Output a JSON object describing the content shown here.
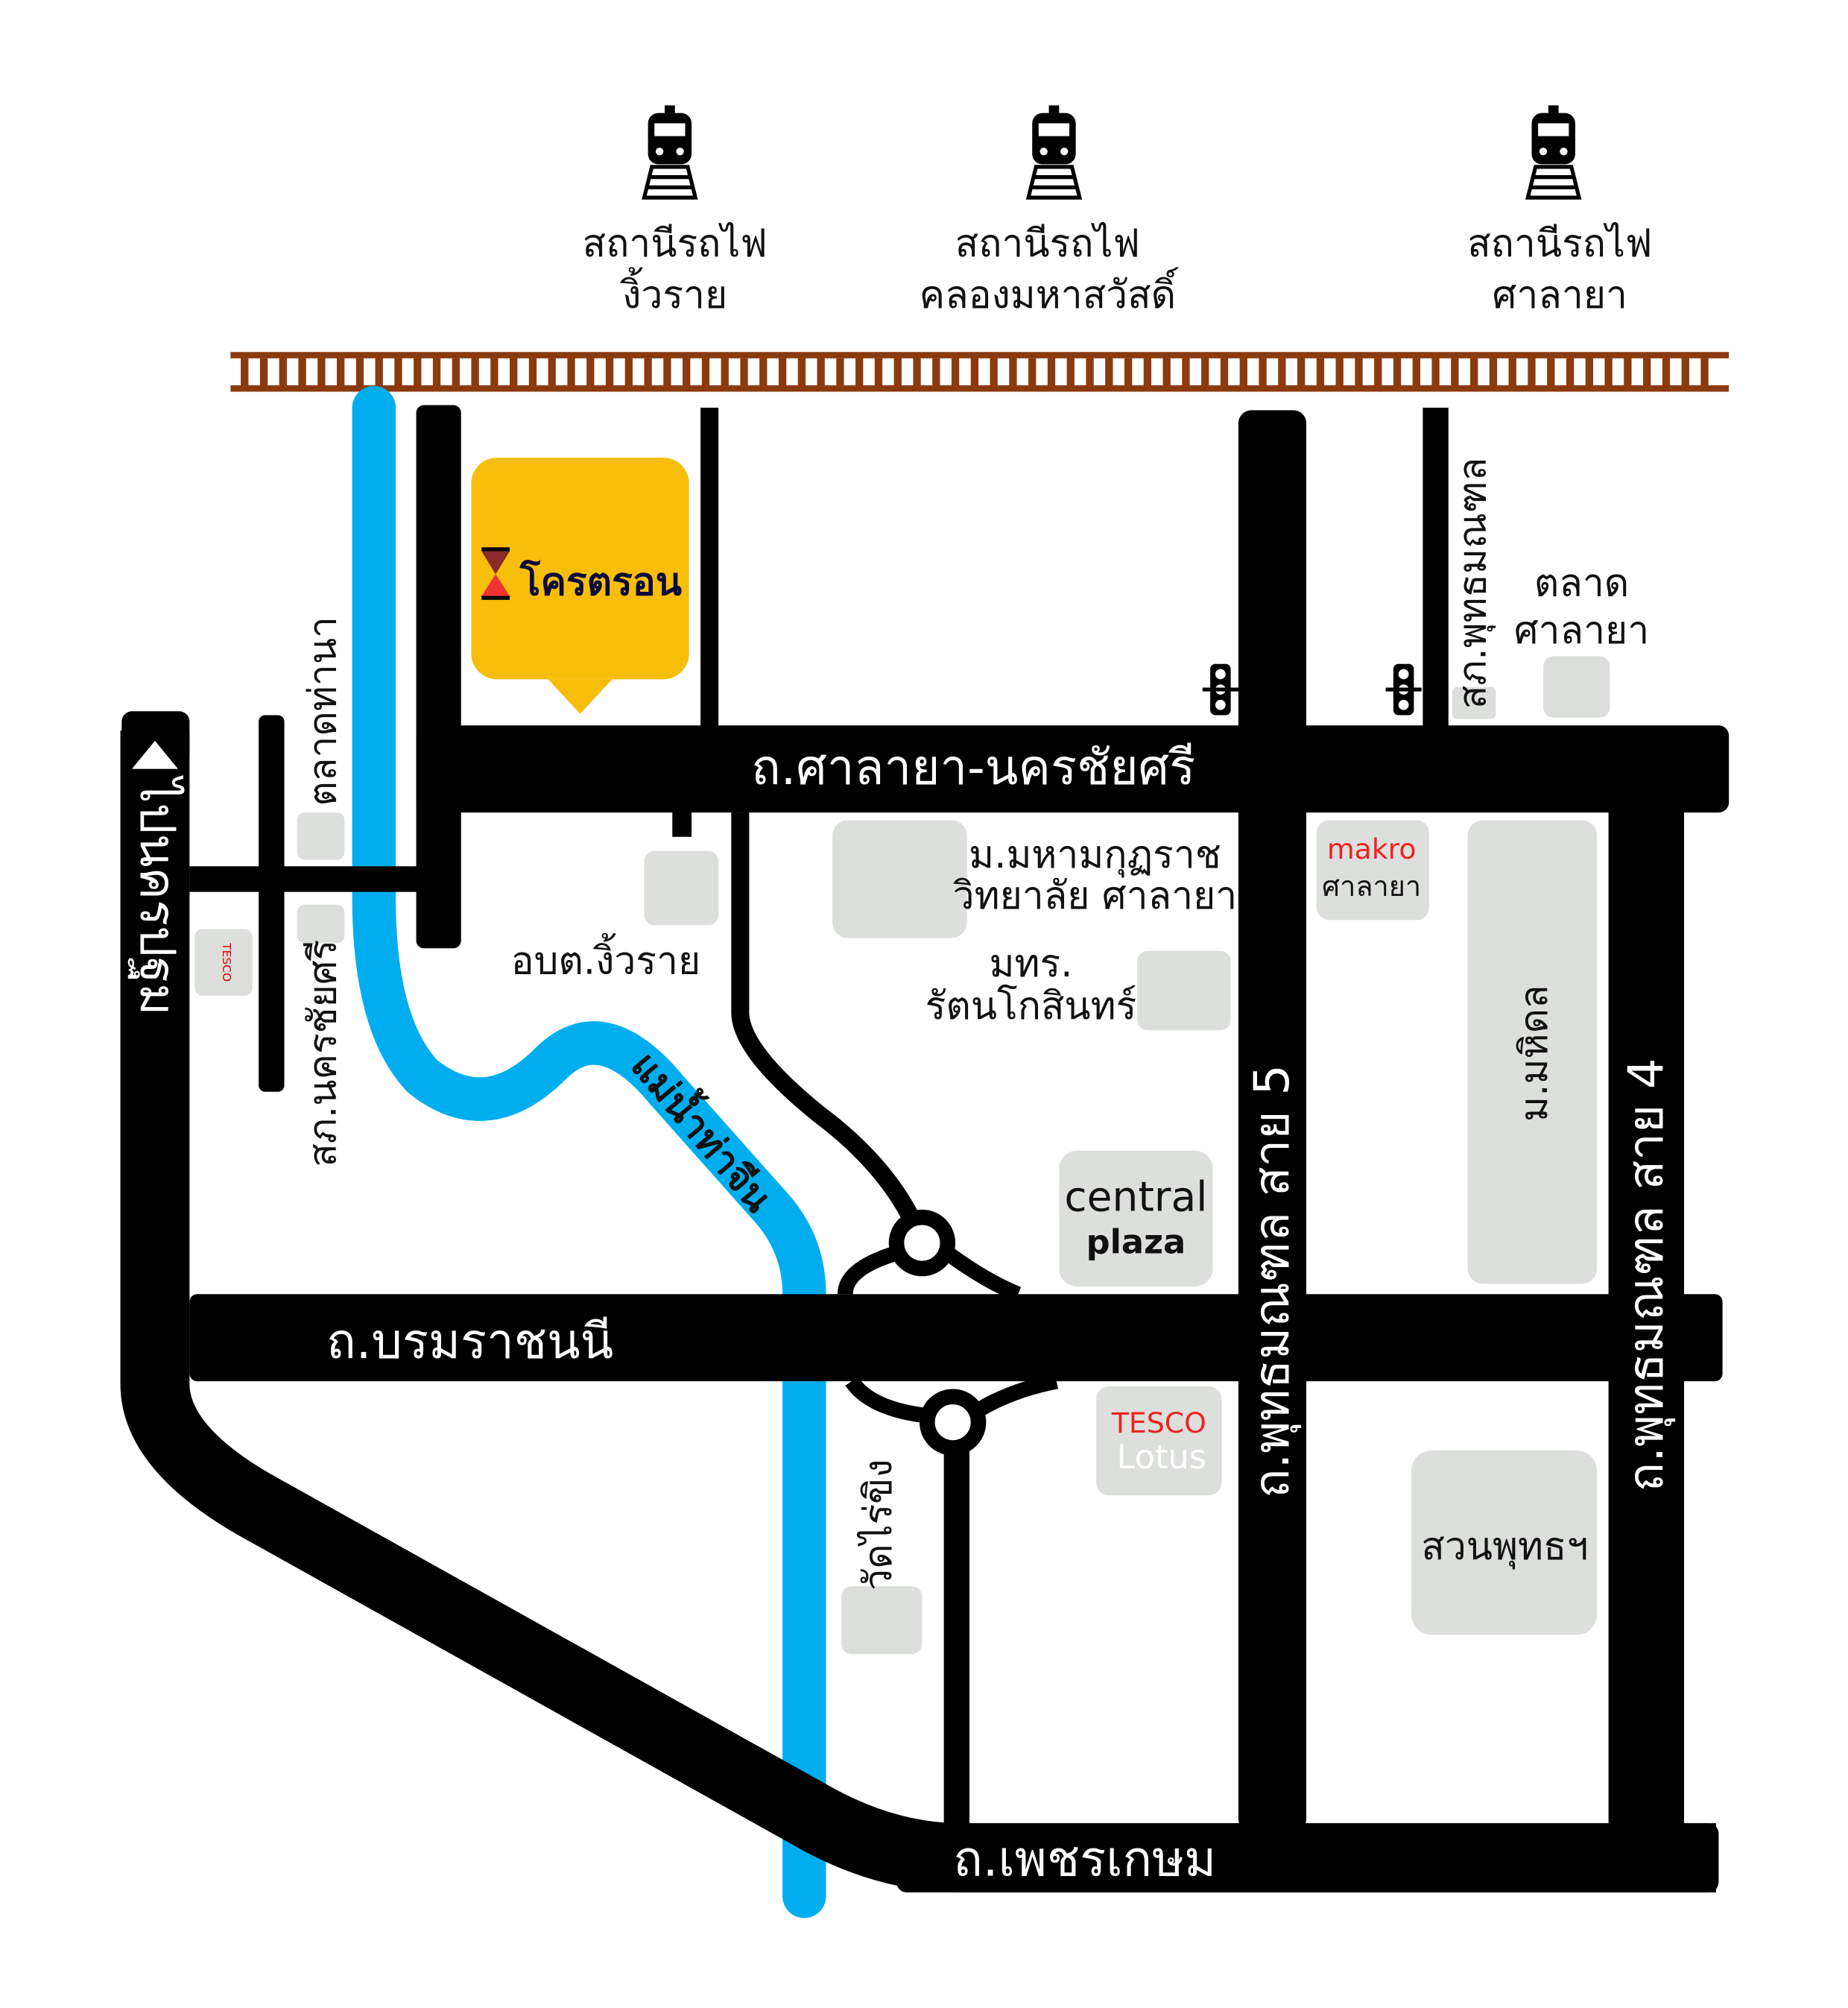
{
  "colors": {
    "road": "#000000",
    "river": "#00aeef",
    "rail": "#8b3a0f",
    "place": "#dcdfdb",
    "brand_bg": "#f6bd0a",
    "brand_text": "#0a0a3a"
  },
  "stations": [
    {
      "line1": "สถานีรถไฟ",
      "line2": "งิ้วราย"
    },
    {
      "line1": "สถานีรถไฟ",
      "line2": "คลองมหาสวัสดิ์"
    },
    {
      "line1": "สถานีรถไฟ",
      "line2": "ศาลายา"
    }
  ],
  "brand": {
    "name": "โครตรอน"
  },
  "roads": {
    "salaya_nakhonchaisi": "ถ.ศาลายา-นครชัยศรี",
    "boromratchachonnani": "ถ.บรมราชนนี",
    "phetkasem": "ถ.เพชรเกษม",
    "phutthamonthon5": "ถ.พุทธมณฑล สาย 5",
    "phutthamonthon4": "ถ.พุทธมณฑล สาย 4",
    "to_nakhon_pathom": "ไปนครปฐม"
  },
  "places": {
    "talat_tha_na": "ตลาดท่านา",
    "sk_nakhonchaisi": "สภ.นครชัยศรี",
    "obt_ngiwrai": "อบต.งิ้วราย",
    "river": "แม่น้ำท่าจีน",
    "mahamakut_1": "ม.มหามกุฏราช",
    "mahamakut_2": "วิทยาลัย ศาลายา",
    "mtr_1": "มทร.",
    "mtr_2": "รัตนโกสินทร์",
    "central_1": "central",
    "central_2": "plaza",
    "makro_1": "makro",
    "makro_2": "ศาลายา",
    "mahidol": "ม.มหิดล",
    "tesco_1": "TESCO",
    "tesco_2": "Lotus",
    "wat_rai_khing": "วัดไร่ขิง",
    "suan_phuttha": "สวนพุทธฯ",
    "sk_phutthamonthon": "สภ.พุทธมณฑล",
    "talat_salaya_1": "ตลาด",
    "talat_salaya_2": "ศาลายา"
  }
}
